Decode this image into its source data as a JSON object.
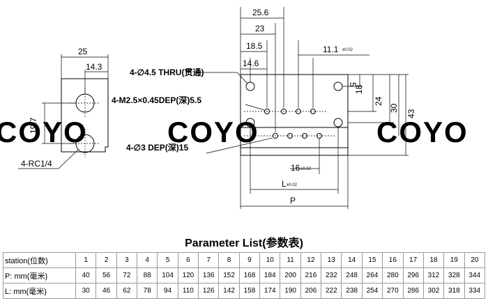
{
  "drawing": {
    "watermark": [
      "COYO",
      "COYO",
      "COYO"
    ],
    "side_view": {
      "dim_width": "25",
      "dim_hole_offset": "14.3",
      "dim_hole_spacing": "19.7",
      "port_label": "4-RC1/4"
    },
    "front_view": {
      "dim_25_6": "25.6",
      "dim_23": "23",
      "dim_18_5": "18.5",
      "dim_14_6": "14.6",
      "dim_11_1": "11.1",
      "tol_11_1": "±0.02",
      "dim_5": "5",
      "dim_18": "18",
      "dim_24": "24",
      "dim_30": "30",
      "dim_43": "43",
      "dim_16": "16",
      "tol_16": "±0.02",
      "dim_L": "L",
      "tol_L": "±0.02",
      "dim_P": "P"
    },
    "callouts": {
      "thru_holes": "4-∅4.5 THRU(贯通)",
      "tapped_holes": "4-M2.5×0.45DEP(深)5.5",
      "pin_holes": "4-∅3 DEP(深)15"
    }
  },
  "table": {
    "title": "Parameter List(参数表)",
    "header": "station(位数)",
    "stations": [
      "1",
      "2",
      "3",
      "4",
      "5",
      "6",
      "7",
      "8",
      "9",
      "10",
      "11",
      "12",
      "13",
      "14",
      "15",
      "16",
      "17",
      "18",
      "19",
      "20"
    ],
    "rows": [
      {
        "label": "P: mm(毫米)",
        "values": [
          "40",
          "56",
          "72",
          "88",
          "104",
          "120",
          "136",
          "152",
          "168",
          "184",
          "200",
          "216",
          "232",
          "248",
          "264",
          "280",
          "296",
          "312",
          "328",
          "344"
        ]
      },
      {
        "label": "L: mm(毫米)",
        "values": [
          "30",
          "46",
          "62",
          "78",
          "94",
          "110",
          "126",
          "142",
          "158",
          "174",
          "190",
          "206",
          "222",
          "238",
          "254",
          "270",
          "286",
          "302",
          "318",
          "334"
        ]
      }
    ]
  }
}
